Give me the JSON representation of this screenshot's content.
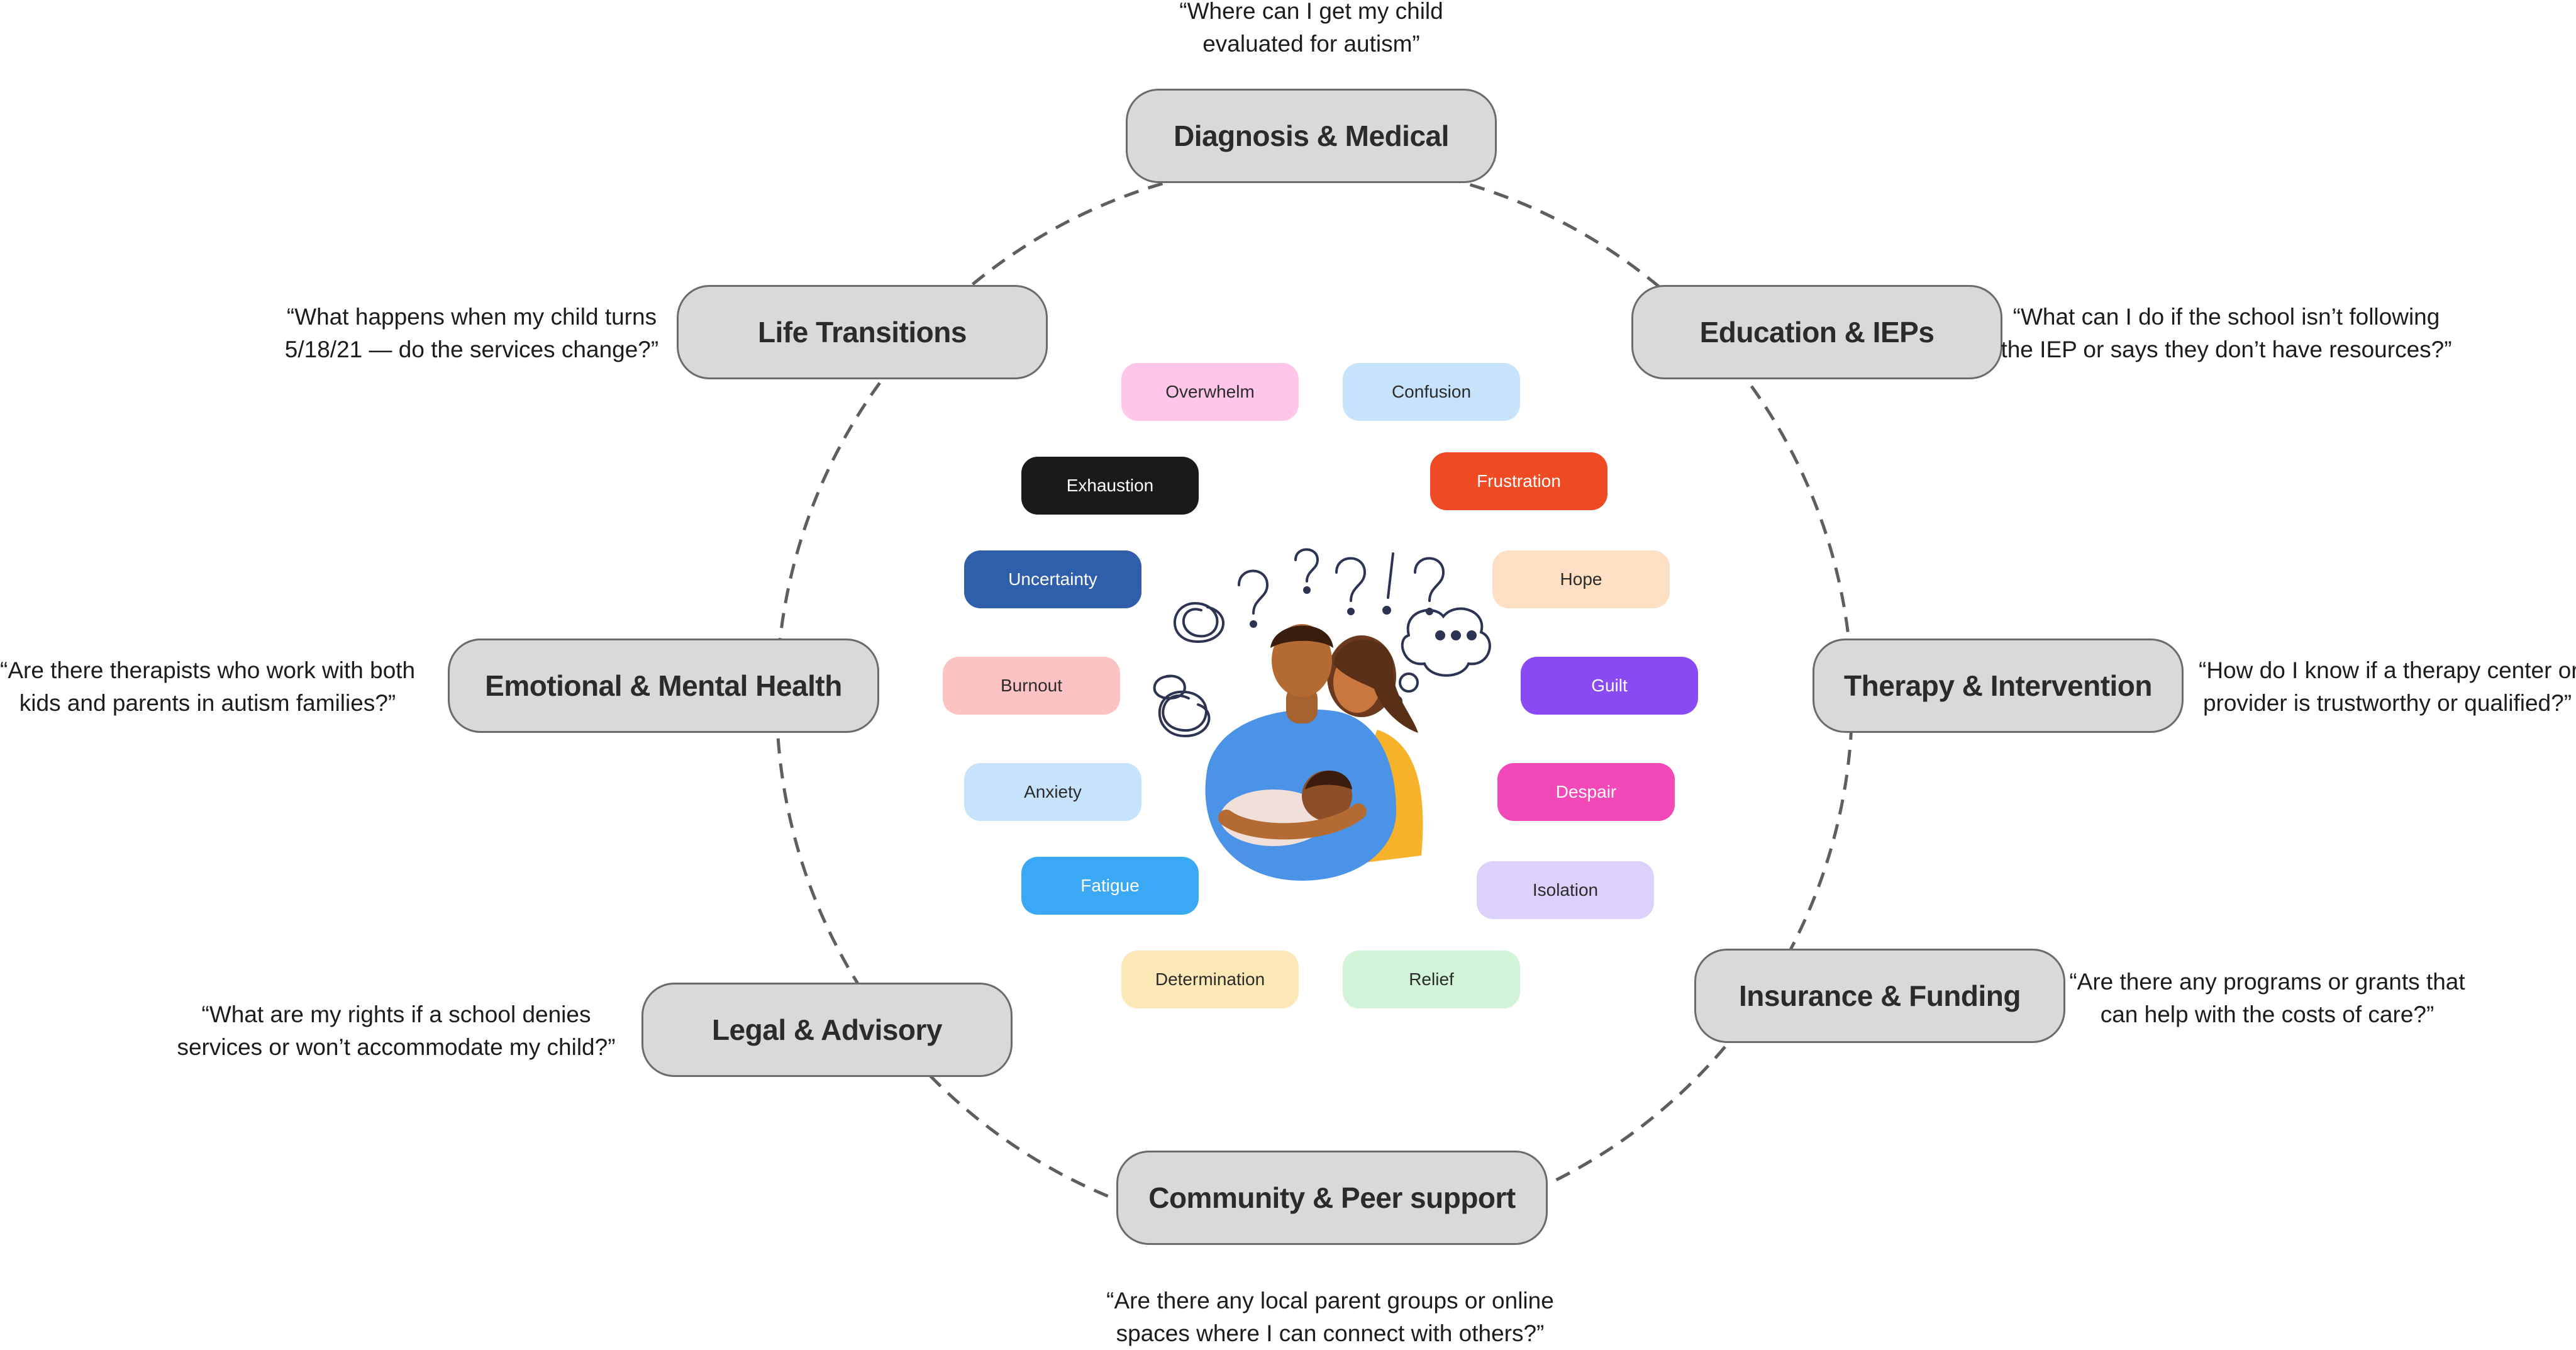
{
  "diagram": {
    "topics": {
      "diagnosis": {
        "label": "Diagnosis & Medical",
        "quote": [
          "“Where can I get my child",
          "evaluated for autism”"
        ]
      },
      "education": {
        "label": "Education & IEPs",
        "quote": [
          "“What can I do if the school isn’t following",
          "the IEP or says they don’t have resources?”"
        ]
      },
      "therapy": {
        "label": "Therapy & Intervention",
        "quote": [
          "“How do I know if a therapy center or",
          "provider is trustworthy or qualified?”"
        ]
      },
      "insurance": {
        "label": "Insurance & Funding",
        "quote": [
          "“Are there any programs or grants that",
          "can help with the costs of care?”"
        ]
      },
      "community": {
        "label": "Community & Peer support",
        "quote": [
          "“Are there any local parent groups or online",
          "spaces where I can connect with others?”"
        ]
      },
      "legal": {
        "label": "Legal & Advisory",
        "quote": [
          "“What are my rights if a school denies",
          "services or won’t accommodate my child?”"
        ]
      },
      "emotional": {
        "label": "Emotional & Mental Health",
        "quote": [
          "“Are there therapists who work with both",
          "kids and parents in autism families?”"
        ]
      },
      "transitions": {
        "label": "Life Transitions",
        "quote": [
          "“What happens when my child turns",
          "5/18/21 — do the services change?”"
        ]
      }
    },
    "emotions": {
      "overwhelm": {
        "label": "Overwhelm",
        "bg": "#ffc6ea",
        "fg": "#2b2b2b"
      },
      "confusion": {
        "label": "Confusion",
        "bg": "#c7e3fb",
        "fg": "#2b2b2b"
      },
      "exhaustion": {
        "label": "Exhaustion",
        "bg": "#1a1a1a",
        "fg": "#ffffff"
      },
      "frustration": {
        "label": "Frustration",
        "bg": "#ee4a24",
        "fg": "#ffffff"
      },
      "uncertainty": {
        "label": "Uncertainty",
        "bg": "#2f5eab",
        "fg": "#ffffff"
      },
      "hope": {
        "label": "Hope",
        "bg": "#fde0c3",
        "fg": "#2b2b2b"
      },
      "burnout": {
        "label": "Burnout",
        "bg": "#fbc3c4",
        "fg": "#2b2b2b"
      },
      "guilt": {
        "label": "Guilt",
        "bg": "#8a4af2",
        "fg": "#ffffff"
      },
      "anxiety": {
        "label": "Anxiety",
        "bg": "#c7e3fb",
        "fg": "#2b2b2b"
      },
      "despair": {
        "label": "Despair",
        "bg": "#f248b8",
        "fg": "#ffffff"
      },
      "fatigue": {
        "label": "Fatigue",
        "bg": "#3aa8f4",
        "fg": "#ffffff"
      },
      "isolation": {
        "label": "Isolation",
        "bg": "#dcd1fa",
        "fg": "#2b2b2b"
      },
      "determination": {
        "label": "Determination",
        "bg": "#fce7b7",
        "fg": "#2b2b2b"
      },
      "relief": {
        "label": "Relief",
        "bg": "#d1f3d7",
        "fg": "#2b2b2b"
      }
    },
    "illustration": {
      "icon": "worried-family-icon"
    }
  }
}
